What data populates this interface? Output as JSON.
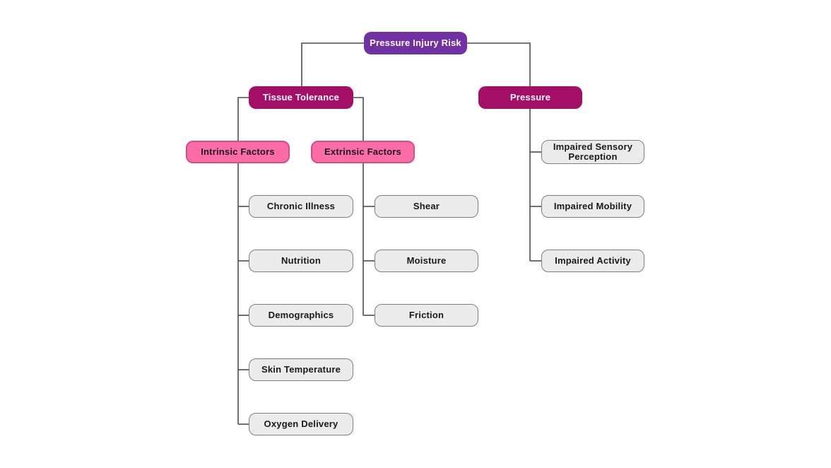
{
  "diagram": {
    "type": "tree",
    "title": "Pressure Injury Risk",
    "colors": {
      "purple": "#7230A5",
      "magenta": "#A50E67",
      "pink_fill": "#FC6CA8",
      "pink_border": "#D84C84",
      "gray_fill": "#EBEBEB",
      "gray_border": "#7F7F7F",
      "line": "#4D4D4D",
      "text_dark": "#1A1A1A",
      "text_light": "#FFFFFF"
    },
    "nodes": {
      "root": {
        "label": "Pressure Injury Risk",
        "level": "root"
      },
      "tissue_tolerance": {
        "label": "Tissue Tolerance",
        "level": "branch"
      },
      "pressure": {
        "label": "Pressure",
        "level": "branch"
      },
      "intrinsic_factors": {
        "label": "Intrinsic Factors",
        "level": "sub-branch"
      },
      "extrinsic_factors": {
        "label": "Extrinsic Factors",
        "level": "sub-branch"
      },
      "chronic_illness": {
        "label": "Chronic Illness",
        "level": "leaf"
      },
      "nutrition": {
        "label": "Nutrition",
        "level": "leaf"
      },
      "demographics": {
        "label": "Demographics",
        "level": "leaf"
      },
      "skin_temperature": {
        "label": "Skin Temperature",
        "level": "leaf"
      },
      "oxygen_delivery": {
        "label": "Oxygen Delivery",
        "level": "leaf"
      },
      "shear": {
        "label": "Shear",
        "level": "leaf"
      },
      "moisture": {
        "label": "Moisture",
        "level": "leaf"
      },
      "friction": {
        "label": "Friction",
        "level": "leaf"
      },
      "impaired_sensory_perception": {
        "label": "Impaired Sensory Perception",
        "level": "leaf"
      },
      "impaired_mobility": {
        "label": "Impaired Mobility",
        "level": "leaf"
      },
      "impaired_activity": {
        "label": "Impaired Activity",
        "level": "leaf"
      }
    },
    "edges": [
      {
        "from": "root",
        "to": "tissue_tolerance"
      },
      {
        "from": "root",
        "to": "pressure"
      },
      {
        "from": "tissue_tolerance",
        "to": "intrinsic_factors"
      },
      {
        "from": "tissue_tolerance",
        "to": "extrinsic_factors"
      },
      {
        "from": "intrinsic_factors",
        "to": "chronic_illness"
      },
      {
        "from": "intrinsic_factors",
        "to": "nutrition"
      },
      {
        "from": "intrinsic_factors",
        "to": "demographics"
      },
      {
        "from": "intrinsic_factors",
        "to": "skin_temperature"
      },
      {
        "from": "intrinsic_factors",
        "to": "oxygen_delivery"
      },
      {
        "from": "extrinsic_factors",
        "to": "shear"
      },
      {
        "from": "extrinsic_factors",
        "to": "moisture"
      },
      {
        "from": "extrinsic_factors",
        "to": "friction"
      },
      {
        "from": "pressure",
        "to": "impaired_sensory_perception"
      },
      {
        "from": "pressure",
        "to": "impaired_mobility"
      },
      {
        "from": "pressure",
        "to": "impaired_activity"
      }
    ]
  }
}
